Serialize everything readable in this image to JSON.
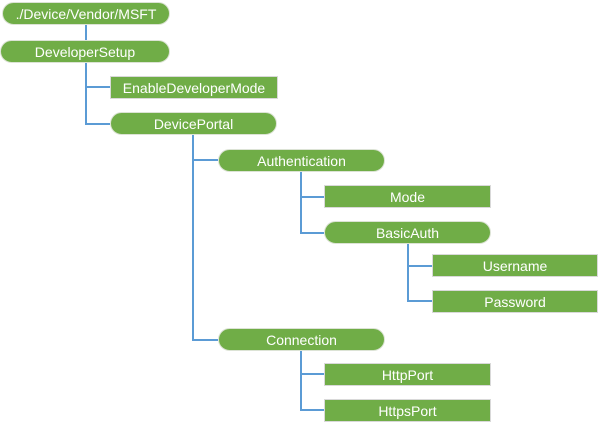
{
  "diagram_type": "tree",
  "colors": {
    "background": "#FFFFFF",
    "node_fill": "#70AD47",
    "node_text": "#FFFFFF",
    "pill_border": "#DCE3D5",
    "leaf_border": "#D9D9D9",
    "connector": "#5B9BD5"
  },
  "nodes": [
    {
      "label": "./Device/Vendor/MSFT",
      "shape": "pill",
      "parent": null
    },
    {
      "label": "DeveloperSetup",
      "shape": "pill",
      "parent": "./Device/Vendor/MSFT"
    },
    {
      "label": "EnableDeveloperMode",
      "shape": "rect",
      "parent": "DeveloperSetup"
    },
    {
      "label": "DevicePortal",
      "shape": "pill",
      "parent": "DeveloperSetup"
    },
    {
      "label": "Authentication",
      "shape": "pill",
      "parent": "DevicePortal"
    },
    {
      "label": "Mode",
      "shape": "rect",
      "parent": "Authentication"
    },
    {
      "label": "BasicAuth",
      "shape": "pill",
      "parent": "Authentication"
    },
    {
      "label": "Username",
      "shape": "rect",
      "parent": "BasicAuth"
    },
    {
      "label": "Password",
      "shape": "rect",
      "parent": "BasicAuth"
    },
    {
      "label": "Connection",
      "shape": "pill",
      "parent": "DevicePortal"
    },
    {
      "label": "HttpPort",
      "shape": "rect",
      "parent": "Connection"
    },
    {
      "label": "HttpsPort",
      "shape": "rect",
      "parent": "Connection"
    }
  ]
}
